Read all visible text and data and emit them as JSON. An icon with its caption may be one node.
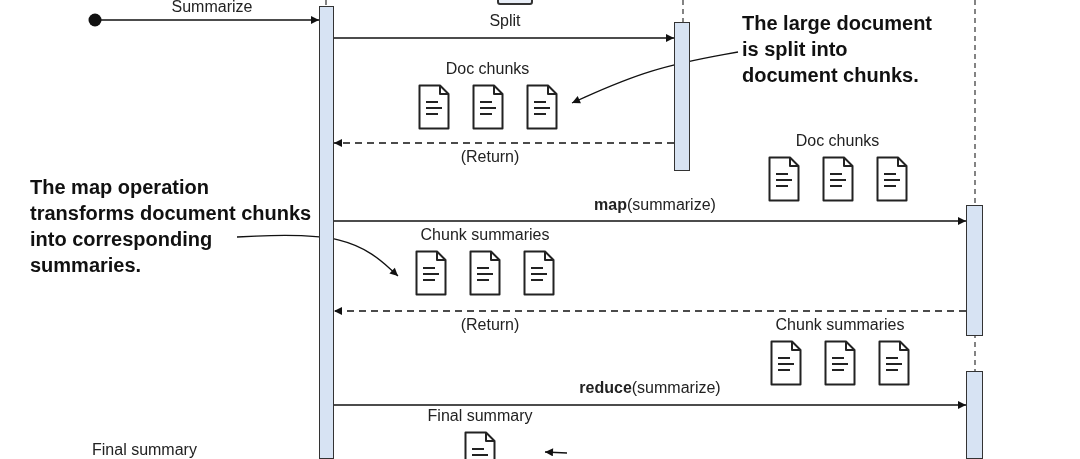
{
  "diagram": {
    "nodes": [
      {
        "text": [],
        "shape": "circle"
      },
      {
        "text": [],
        "shape": "bar"
      },
      {
        "text": [],
        "shape": "bar"
      },
      {
        "text": [],
        "shape": "bar"
      },
      {
        "text": [],
        "shape": "bar"
      },
      {
        "text": [
          "Doc chunks"
        ]
      },
      {
        "text": [
          "The large document is split into document chunks."
        ]
      },
      {
        "text": [
          "Doc chunks"
        ]
      },
      {
        "text": [
          "The map operation transforms document chunks into corresponding summaries."
        ]
      },
      {
        "text": [
          "Chunk summaries"
        ]
      },
      {
        "text": [
          "Chunk summaries"
        ]
      },
      {
        "text": [
          "Final summary"
        ]
      }
    ],
    "edges": [
      {
        "from": 0,
        "to": 1,
        "arrow": "to",
        "label": "Summarize"
      },
      {
        "from": 1,
        "to": 2,
        "arrow": "to",
        "label": "Split"
      },
      {
        "from": 2,
        "to": 1,
        "arrow": "to",
        "label": "(Return)",
        "style": "dashed"
      },
      {
        "from": 1,
        "to": 3,
        "arrow": "to",
        "label": "**map**(summarize)"
      },
      {
        "from": 3,
        "to": 1,
        "arrow": "to",
        "label": "(Return)",
        "style": "dashed"
      },
      {
        "from": 1,
        "to": 4,
        "arrow": "to",
        "label": "**reduce**(summarize)"
      },
      {
        "from": 6,
        "to": 5,
        "arrow": "to"
      },
      {
        "from": 8,
        "to": 9,
        "arrow": "to"
      },
      {
        "from": null,
        "to": 11,
        "arrow": "to"
      }
    ],
    "labels": [
      "Final summary"
    ]
  }
}
